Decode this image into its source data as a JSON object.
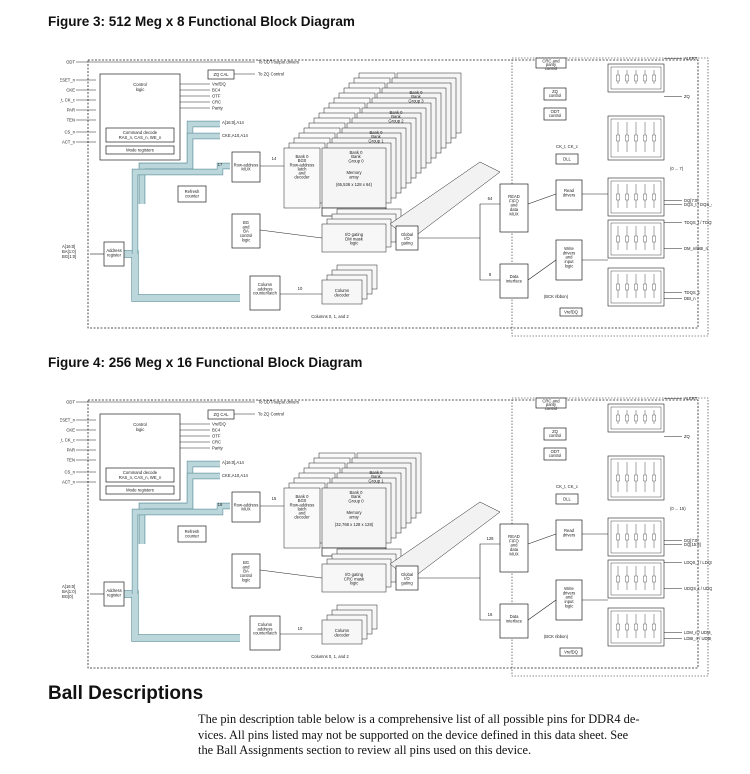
{
  "figures": [
    {
      "title": "Figure 3: 512 Meg x 8 Functional Block Diagram",
      "input_pins": [
        "ODT",
        "RESET_n",
        "CKE",
        "CK_t, CK_c",
        "PAR",
        "TEN",
        "CS_n",
        "ACT_n"
      ],
      "addr_pins": [
        "A[16:0]",
        "BA[1:0]",
        "BG[1:0]"
      ],
      "control_logic": "Control logic",
      "mode_registers": "Mode registers",
      "command_decode": "Command decode",
      "command_decode_sub": "RAS_n, CAS_n, WE_n",
      "control_outputs": [
        "VrefDQ",
        "BC4",
        "OTF",
        "CRC",
        "Parity"
      ],
      "zq_cal": "ZQ CAL",
      "to_odt": "To ODT/output drivers",
      "to_zq": "To ZQ Control",
      "refresh_counter": "Refresh counter",
      "row_mux": "Row-address MUX",
      "bg_ba_control": "BG and BA control logic",
      "address_register": "Address register",
      "column_counter": "Column address counter/latch",
      "row_latch": "Bank 0 BG0 Row-address latch and decoder",
      "bank_groups": [
        "Bank 0 Bank Group 3",
        "Bank 0 Bank Group 2",
        "Bank 0 Bank Group 1",
        "Bank 0 Bank Group 0"
      ],
      "memory_array": "Memory array",
      "array_size": "(65,536 x 128 x 64)",
      "sense_amplifiers": "Sense amplifiers",
      "io_gating": "I/O gating DM mask logic",
      "column_decoder": "Column decoder",
      "columns_label": "Columns 0, 1, and 2",
      "global_io": "Global I/O gating",
      "read_fifo": "READ FIFO and data MUX",
      "data_interface": "Data interface",
      "read_drivers": "Read drivers",
      "write_drivers": "Write drivers and input logic",
      "dll": "DLL",
      "crc_parity": "CRC and parity control",
      "zq_control": "ZQ control",
      "odt_control": "ODT control",
      "vrefdq": "VrefDQ",
      "ck_lck": "CK_t, CK_c",
      "bck_label": "(BCK ribbon)",
      "bus_labels": [
        "A[16:0],A14",
        "CKE,A10,A14",
        "17",
        "14",
        "10",
        "64",
        "8"
      ],
      "right_pins": [
        "ALERT",
        "ZQ",
        "DQ[7:0]",
        "DQS_t / DQS_c",
        "TDQS_t / TDQS_c",
        "DM_n/DBI_n",
        "TDQS_c",
        "DBI_n",
        "(0 ... 7)"
      ]
    },
    {
      "title": "Figure 4: 256 Meg x 16 Functional Block Diagram",
      "input_pins": [
        "ODT",
        "RESET_n",
        "CKE",
        "CK_t, CK_c",
        "PAR",
        "TEN",
        "CS_n",
        "ACT_n"
      ],
      "addr_pins": [
        "A[16:0]",
        "BA[1:0]",
        "BG[0]"
      ],
      "control_logic": "Control logic",
      "mode_registers": "Mode registers",
      "command_decode": "Command decode",
      "command_decode_sub": "RAS_n, CAS_n, WE_n",
      "control_outputs": [
        "VrefDQ",
        "BC4",
        "OTF",
        "CRC",
        "Parity"
      ],
      "zq_cal": "ZQ CAL",
      "to_odt": "To ODT/output drivers",
      "to_zq": "To ZQ Control",
      "refresh_counter": "Refresh counter",
      "row_mux": "Row-address MUX",
      "bg_ba_control": "BG and BA control logic",
      "address_register": "Address register",
      "column_counter": "Column address counter/latch",
      "row_latch": "Bank 0 BG0 Row-address latch and decoder",
      "bank_groups": [
        "Bank 0 Bank Group 1",
        "Bank 0 Bank Group 0"
      ],
      "memory_array": "Memory array",
      "array_size": "(32,768 x 128 x 128)",
      "sense_amplifiers": "Sense amplifiers",
      "io_gating": "I/O gating CRC mask logic",
      "column_decoder": "Column decoder",
      "columns_label": "Columns 0, 1, and 2",
      "global_io": "Global I/O gating",
      "read_fifo": "READ FIFO and data MUX",
      "data_interface": "Data interface",
      "read_drivers": "Read drivers",
      "write_drivers": "Write drivers and input logic",
      "dll": "DLL",
      "crc_parity": "CRC and parity control",
      "zq_control": "ZQ control",
      "odt_control": "ODT control",
      "vrefdq": "VrefDQ",
      "ck_lck": "CK_t, CK_c",
      "bck_label": "(BCK ribbon)",
      "bus_labels": [
        "A[16:0],A14",
        "CKE,A10,A14",
        "16",
        "15",
        "10",
        "128",
        "16"
      ],
      "right_pins": [
        "ALERT",
        "ZQ",
        "DQ[7:0]",
        "DQ[15:8]",
        "LDQS_t / LDQS_c",
        "UDQS_t / UDQS_c",
        "LDM_n / UDM_n",
        "LDBI_n / UDBI_n",
        "(0 ... 15)"
      ]
    }
  ],
  "section": {
    "heading": "Ball Descriptions",
    "lines": [
      "The pin description table below is a comprehensive list of all possible pins for DDR4 de-",
      "vices. All pins listed may not be supported on the device defined in this data sheet. See",
      "the Ball Assignments section to review all pins used on this device."
    ]
  },
  "colors": {
    "ribbon": "#bcd7dc",
    "ribbon_stroke": "#6a9aa2",
    "line": "#222222",
    "fill": "#ffffff"
  }
}
